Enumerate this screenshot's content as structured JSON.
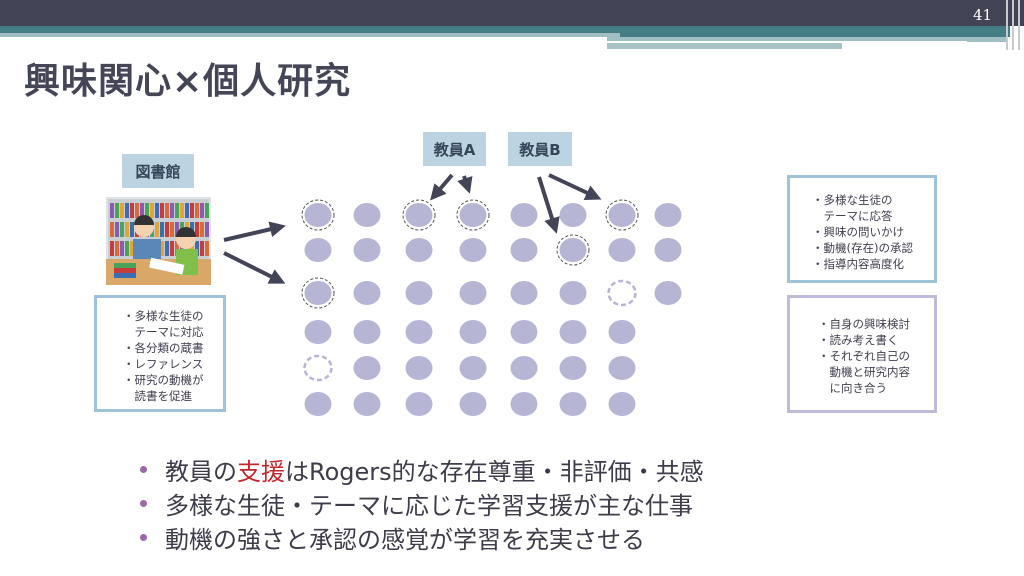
{
  "slide": {
    "page_number": "41",
    "title": "興味関心×個人研究"
  },
  "library": {
    "label": "図書館",
    "points": [
      "・多様な生徒の",
      "　テーマに対応",
      "・各分類の蔵書",
      "・レファレンス",
      "・研究の動機が",
      "　読書を促進"
    ]
  },
  "teachers": [
    {
      "label": "教員A"
    },
    {
      "label": "教員B"
    }
  ],
  "teacher_box": {
    "points": [
      "・多様な生徒の",
      "　テーマに応答",
      "・興味の問いかけ",
      "・動機(存在)の承認",
      "・指導内容高度化"
    ]
  },
  "student_box": {
    "points": [
      "・自身の興味検討",
      "・読み考え書く",
      "・それぞれ自己の",
      "　動機と研究内容",
      "　に向き合う"
    ]
  },
  "seats": [
    [
      "ring",
      "filled",
      "ring",
      "ring",
      "filled",
      "filled",
      "ring",
      "filled"
    ],
    [
      "filled",
      "filled",
      "filled",
      "filled",
      "filled",
      "ring",
      "filled",
      "filled"
    ],
    [
      "ring",
      "filled",
      "filled",
      "filled",
      "filled",
      "filled",
      "empty",
      "filled"
    ],
    [
      "filled",
      "filled",
      "filled",
      "filled",
      "filled",
      "filled",
      "filled",
      "none"
    ],
    [
      "empty",
      "filled",
      "filled",
      "filled",
      "filled",
      "filled",
      "filled",
      "none"
    ],
    [
      "filled",
      "filled",
      "filled",
      "filled",
      "filled",
      "filled",
      "filled",
      "none"
    ]
  ],
  "bullets": [
    {
      "pre": "教員の",
      "highlight": "支援",
      "post": "はRogers的な存在尊重・非評価・共感"
    },
    {
      "pre": "多様な生徒・テーマに応じた学習支援が主な仕事",
      "highlight": "",
      "post": ""
    },
    {
      "pre": "動機の強さと承認の感覚が学習を充実させる",
      "highlight": "",
      "post": ""
    }
  ],
  "colors": {
    "seat": "#b6b5d3",
    "arrow": "#434456",
    "highlight": "#c0282e",
    "bullet": "#9b6aa6"
  }
}
